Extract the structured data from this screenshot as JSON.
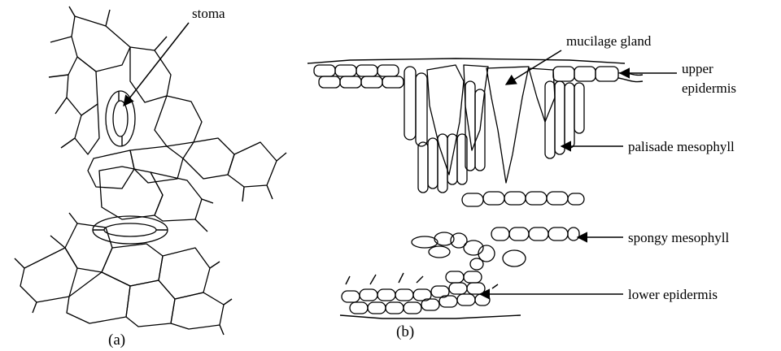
{
  "panel_a": {
    "caption": "(a)",
    "labels": {
      "stoma": "stoma"
    }
  },
  "panel_b": {
    "caption": "(b)",
    "labels": {
      "mucilage_gland": "mucilage gland",
      "upper_epidermis_line1": "upper",
      "upper_epidermis_line2": "epidermis",
      "palisade_mesophyll": "palisade mesophyll",
      "spongy_mesophyll": "spongy mesophyll",
      "lower_epidermis": "lower epidermis"
    }
  }
}
